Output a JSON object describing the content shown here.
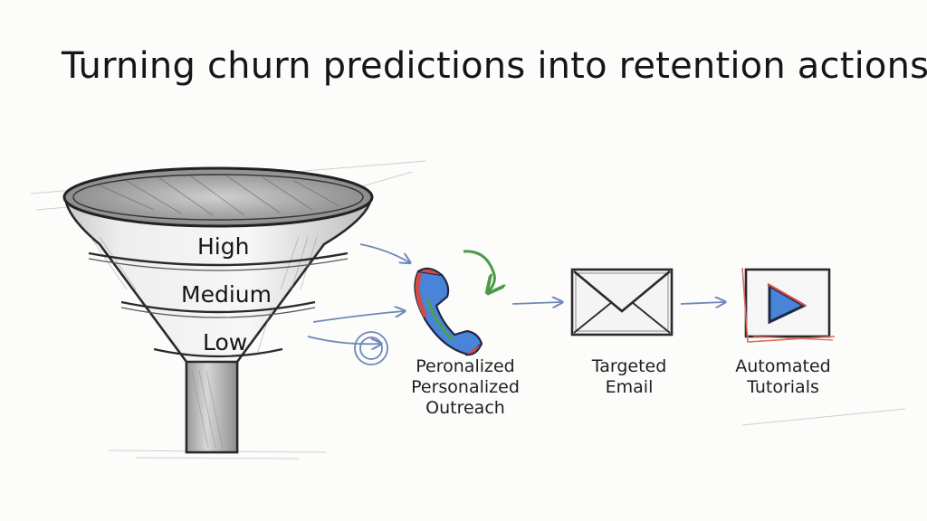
{
  "title": "Turning churn predictions into retention actions",
  "funnel": {
    "tiers": [
      "High",
      "Medium",
      "Low"
    ]
  },
  "actions": [
    {
      "icon": "phone-icon",
      "caption_lines": [
        "Peronalized",
        "Personalized",
        "Outreach"
      ]
    },
    {
      "icon": "envelope-icon",
      "caption_lines": [
        "Targeted",
        "Email"
      ]
    },
    {
      "icon": "video-play-icon",
      "caption_lines": [
        "Automated",
        "Tutorials"
      ]
    }
  ],
  "colors": {
    "ink": "#1b1b1b",
    "arrow": "#6f87b8",
    "cycle_green": "#4a9a48",
    "accent_red": "#d9534f",
    "accent_blue": "#3b6fd0"
  }
}
